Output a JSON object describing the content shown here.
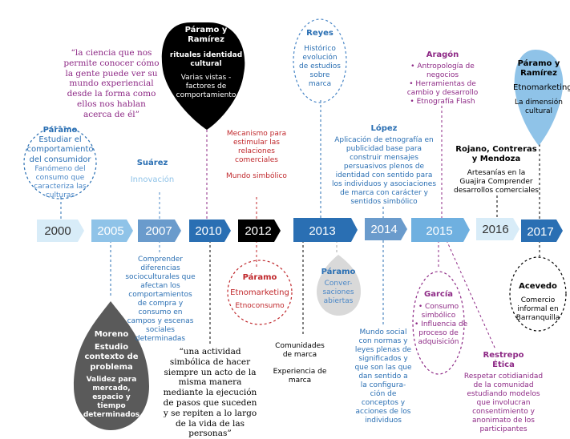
{
  "colors": {
    "blue": "#2a6fb3",
    "mid_blue": "#4a87c7",
    "light_blue": "#8fc3e8",
    "pale_blue": "#d8ecf8",
    "red": "#c0282c",
    "purple": "#8e2a86",
    "black": "#000000",
    "dark_gray": "#5a5a5a",
    "light_gray": "#d9d9d9"
  },
  "timeline": {
    "years": [
      "2000",
      "2005",
      "2007",
      "2010",
      "2012",
      "2013",
      "2014",
      "2015",
      "2016",
      "2017"
    ]
  },
  "quotes": {
    "top": "“la ciencia que nos permite conocer cómo la gente puede ver su mundo experiencial desde la forma como ellos nos hablan acerca de él”",
    "bottom": "“una actividad simbólica de hacer siempre un acto de la misma manera mediante la ejecución de pasos que suceden y se repiten a lo largo de la vida de las personas”"
  },
  "entries": {
    "paramo2000": {
      "author": "Páramo",
      "line1": "Estudiar el",
      "line2": "comportamiento",
      "line3": "del consumidor",
      "sub1": "Fanómeno del",
      "sub2": "consumo que",
      "sub3": "caracteriza las",
      "sub4": "culturas"
    },
    "suarez": {
      "author": "Suárez",
      "topic": "Innovación",
      "b1": "Comprender",
      "b2": "diferencias",
      "b3": "socioculturales que",
      "b4": "afectan los",
      "b5": "comportamientos",
      "b6": "de compra y",
      "b7": "consumo en",
      "b8": "campos y escenas",
      "b9": "sociales",
      "b10": "determinadas"
    },
    "moreno": {
      "author": "Moreno",
      "title1": "Estudio",
      "title2": "contexto de",
      "title3": "problema",
      "sub1": "Validez para",
      "sub2": "mercado,",
      "sub3": "espacio y",
      "sub4": "tiempo",
      "sub5": "determinados"
    },
    "paramoRamirez2010": {
      "author1": "Páramo y",
      "author2": "Ramírez",
      "title1": "rituales identidad",
      "title2": "cultural",
      "sub1": "Varias vistas -",
      "sub2": "factores de",
      "sub3": "comportamiento"
    },
    "mecanismo": {
      "l1": "Mecanismo para",
      "l2": "estimular las",
      "l3": "relaciones",
      "l4": "comerciales",
      "l5": "Mundo simbólico"
    },
    "paramo2012": {
      "author": "Páramo",
      "title": "Etnomarketing",
      "sub": "Etnoconsumo"
    },
    "reyes": {
      "author": "Reyes",
      "l1": "Histórico",
      "l2": "evolución",
      "l3": "de estudios",
      "l4": "sobre",
      "l5": "marca"
    },
    "comunidades": {
      "l1": "Comunidades",
      "l2": "de marca",
      "l3": "Experiencia de",
      "l4": "marca"
    },
    "paramo2013": {
      "author": "Páramo",
      "l1": "Conver-",
      "l2": "saciones",
      "l3": "abiertas"
    },
    "lopez": {
      "author": "López",
      "l1": "Aplicación de etnografía en",
      "l2": "publicidad base para",
      "l3": "construir mensajes",
      "l4": "persuasivos plenos de",
      "l5": "identidad con sentido para",
      "l6": "los individuos y asociaciones",
      "l7": "de marca con carácter y",
      "l8": "sentidos simbólico"
    },
    "mundo": {
      "l1": "Mundo social",
      "l2": "con normas y",
      "l3": "leyes plenas de",
      "l4": "significados y",
      "l5": "que son las que",
      "l6": "dan sentido a",
      "l7": "la configura-",
      "l8": "ción de",
      "l9": "conceptos y",
      "l10": "acciones de los",
      "l11": "individuos"
    },
    "aragon": {
      "author": "Aragón",
      "l1": "• Antropología de",
      "l2": "negocios",
      "l3": "• Herramientas de",
      "l4": "cambio y desarrollo",
      "l5": "• Etnografía Flash"
    },
    "garcia": {
      "author": "García",
      "l1": "• Consumo",
      "l2": "simbólico",
      "l3": "• Influencia de",
      "l4": "proceso de",
      "l5": "adquisición"
    },
    "restrepo": {
      "author": "Restrepo",
      "title": "Ética",
      "l1": "Respetar cotidianidad",
      "l2": "de la comunidad",
      "l3": "estudiando modelos",
      "l4": "que involucran",
      "l5": "consentimiento y",
      "l6": "anonimato de los",
      "l7": "participantes"
    },
    "rojano": {
      "author1": "Rojano, Contreras",
      "author2": "y Mendoza",
      "l1": "Artesanías en la",
      "l2": "Guajira Comprender",
      "l3": "desarrollos comerciales"
    },
    "paramoRamirez2017": {
      "author1": "Páramo y",
      "author2": "Ramírez",
      "title": "Etnomarketing",
      "sub1": "La dimensión",
      "sub2": "cultural"
    },
    "acevedo": {
      "author": "Acevedo",
      "l1": "Comercio",
      "l2": "informal en",
      "l3": "Barranquilla"
    }
  }
}
